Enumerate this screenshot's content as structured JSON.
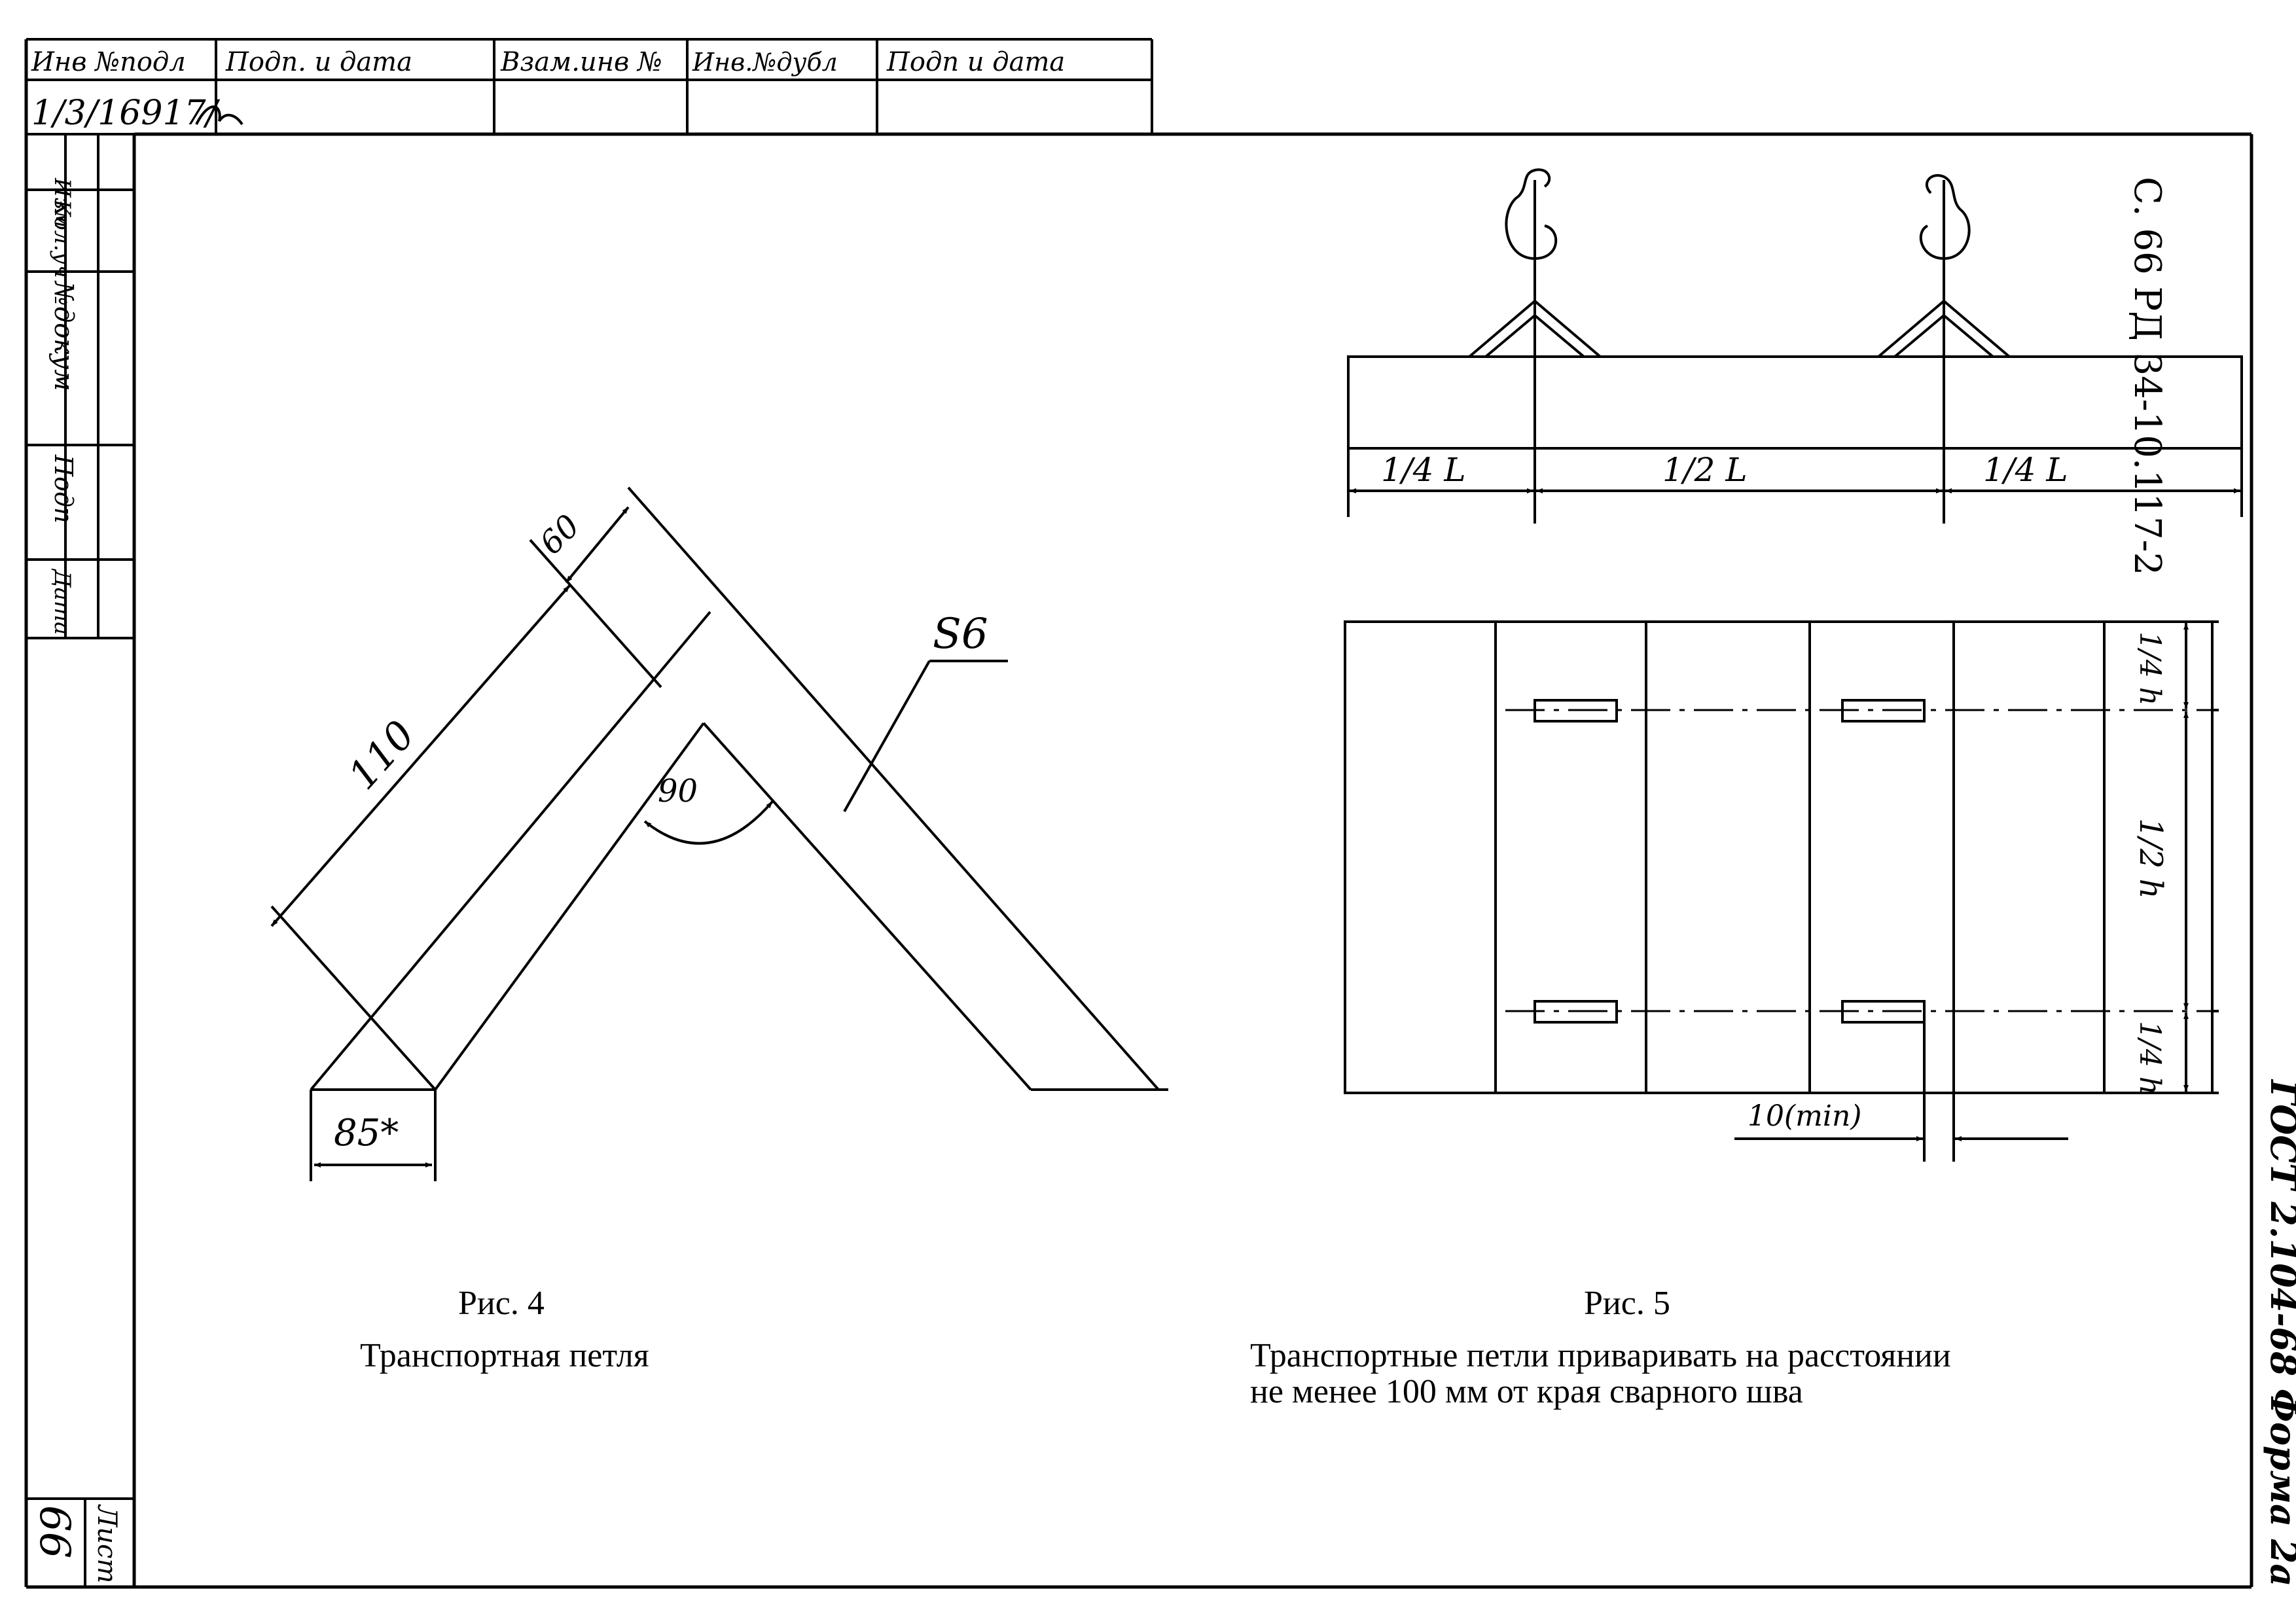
{
  "title_block": {
    "headers": [
      "Инв №подл",
      "Подп. и дата",
      "Взам.инв №",
      "Инв.№дубл",
      "Подп и дата"
    ],
    "inv_value": "1/3/16917/"
  },
  "side_labels": [
    "Изм",
    "Кол.уч",
    "№докум",
    "Подп",
    "Дата"
  ],
  "page_code": "С. 66 РД 34-10.117-2",
  "sheet_label": "Лист",
  "sheet_number": "66",
  "standard_form": "ГОСТ 2.104-68 Форма 2а",
  "fig4": {
    "dims": {
      "d110": "110",
      "d60": "60",
      "d85": "85*",
      "d90": "90"
    },
    "material": "S6",
    "label": "Рис. 4",
    "caption": "Транспортная петля"
  },
  "fig5": {
    "top_dims": {
      "a": "1/4 L",
      "b": "1/2 L",
      "c": "1/4 L"
    },
    "side_dims": {
      "a": "1/4 h",
      "b": "1/2 h",
      "c": "1/4 h"
    },
    "min_dim": "10(min)",
    "label": "Рис. 5",
    "caption_line1": "Транспортные петли приваривать на расстоянии",
    "caption_line2": "не менее 100 мм от края сварного шва"
  }
}
